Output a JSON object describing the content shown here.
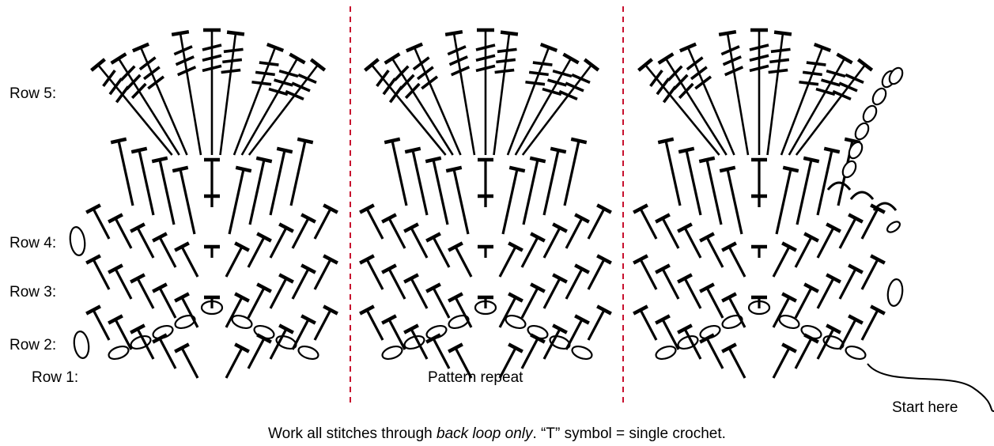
{
  "row_labels": {
    "row5": "Row 5:",
    "row4": "Row 4:",
    "row3": "Row 3:",
    "row2": "Row 2:",
    "row1": "Row 1:"
  },
  "pattern_repeat_label": "Pattern repeat",
  "start_label": "Start here",
  "caption": {
    "part1": "Work all stitches through ",
    "italic": "back loop only",
    "part2": ".  “T” symbol = single crochet."
  },
  "colors": {
    "stitch": "#000000",
    "repeat_divider": "#c8102e",
    "background": "#ffffff"
  },
  "stitch_symbols": [
    "single-crochet-T",
    "chain-oval",
    "treble-crochet"
  ],
  "pattern_repeats": 3
}
